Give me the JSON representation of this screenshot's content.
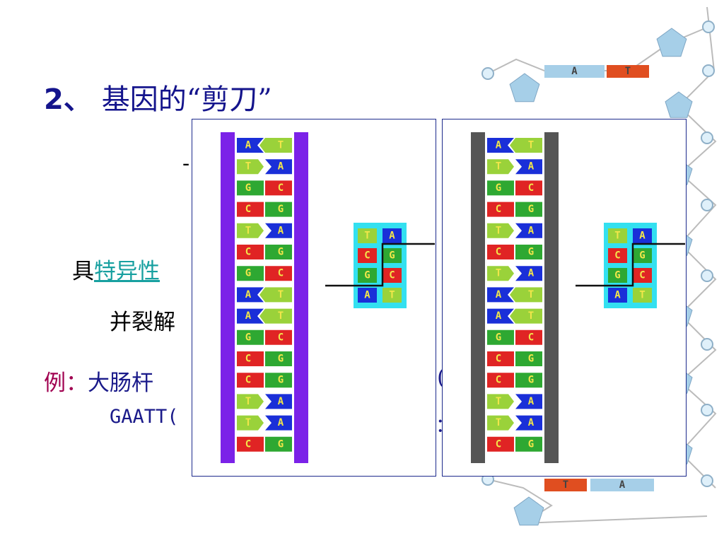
{
  "slide": {
    "title_num": "2、",
    "title_text": "基因的“剪刀”",
    "dash": "-",
    "line1_prefix": "具",
    "line1_link": "特异性",
    "line2": "并裂解",
    "example_label": "例：",
    "example_text": "大肠杆",
    "example_paren": "(",
    "sequence_fragment": "GAATT(",
    "sequence_tail": "："
  },
  "diagram": {
    "left_ladder": {
      "rail_color": "#7b22e8",
      "pairs": [
        [
          "A",
          "T"
        ],
        [
          "T",
          "A"
        ],
        [
          "G",
          "C"
        ],
        [
          "C",
          "G"
        ],
        [
          "T",
          "A"
        ],
        [
          "C",
          "G"
        ],
        [
          "G",
          "C"
        ],
        [
          "A",
          "T"
        ],
        [
          "A",
          "T"
        ],
        [
          "G",
          "C"
        ],
        [
          "C",
          "G"
        ],
        [
          "C",
          "G"
        ],
        [
          "T",
          "A"
        ],
        [
          "T",
          "A"
        ],
        [
          "C",
          "G"
        ]
      ]
    },
    "right_ladder": {
      "rail_color": "#555555",
      "pairs": [
        [
          "A",
          "T"
        ],
        [
          "T",
          "A"
        ],
        [
          "G",
          "C"
        ],
        [
          "C",
          "G"
        ],
        [
          "T",
          "A"
        ],
        [
          "C",
          "G"
        ],
        [
          "T",
          "A"
        ],
        [
          "A",
          "T"
        ],
        [
          "A",
          "T"
        ],
        [
          "G",
          "C"
        ],
        [
          "C",
          "G"
        ],
        [
          "C",
          "G"
        ],
        [
          "T",
          "A"
        ],
        [
          "T",
          "A"
        ],
        [
          "C",
          "G"
        ]
      ]
    },
    "site_pairs": [
      [
        "T",
        "A"
      ],
      [
        "C",
        "G"
      ],
      [
        "G",
        "C"
      ],
      [
        "A",
        "T"
      ]
    ],
    "background_bases": [
      "A",
      "T",
      "T",
      "A"
    ],
    "colors": {
      "A": "#1a2fd8",
      "T": "#9ad23a",
      "G": "#2ea832",
      "C": "#e02424",
      "site_bg": "#33e0f0",
      "pentagon": "#a6cfe8",
      "letter": "#f2e64a"
    }
  }
}
